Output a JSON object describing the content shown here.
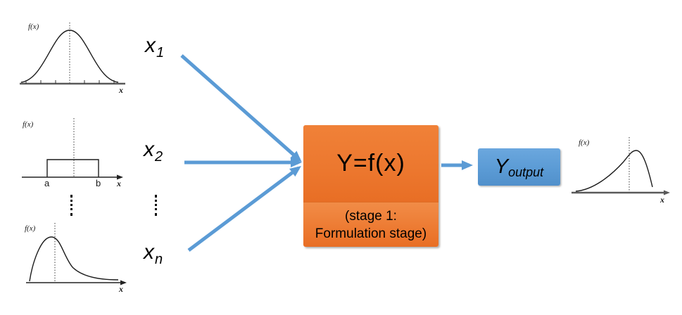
{
  "colors": {
    "arrow_blue": "#5B9BD5",
    "process_orange": "#ED7D31",
    "output_blue": "#5B9BD5",
    "axis_gray": "#595959",
    "text_black": "#000000"
  },
  "variables": {
    "x1": {
      "base": "x",
      "sub": "1"
    },
    "x2": {
      "base": "x",
      "sub": "2"
    },
    "xn": {
      "base": "x",
      "sub": "n"
    }
  },
  "ellipsis": "⋮",
  "plots": {
    "input1": {
      "type": "normal-distribution",
      "ylabel": "f(x)",
      "xlabel": "x"
    },
    "input2": {
      "type": "uniform-distribution",
      "ylabel": "f(x)",
      "xlabel": "x",
      "a": "a",
      "b": "b"
    },
    "input3": {
      "type": "right-skewed-distribution",
      "ylabel": "f(x)",
      "xlabel": "x"
    },
    "output": {
      "type": "left-skewed-distribution",
      "ylabel": "f(x)",
      "xlabel": "x"
    }
  },
  "process_box": {
    "formula": "Y=f(x)",
    "stage_line1": "(stage 1:",
    "stage_line2": "Formulation stage)"
  },
  "output_box": {
    "base": "Y",
    "sub": "output"
  }
}
